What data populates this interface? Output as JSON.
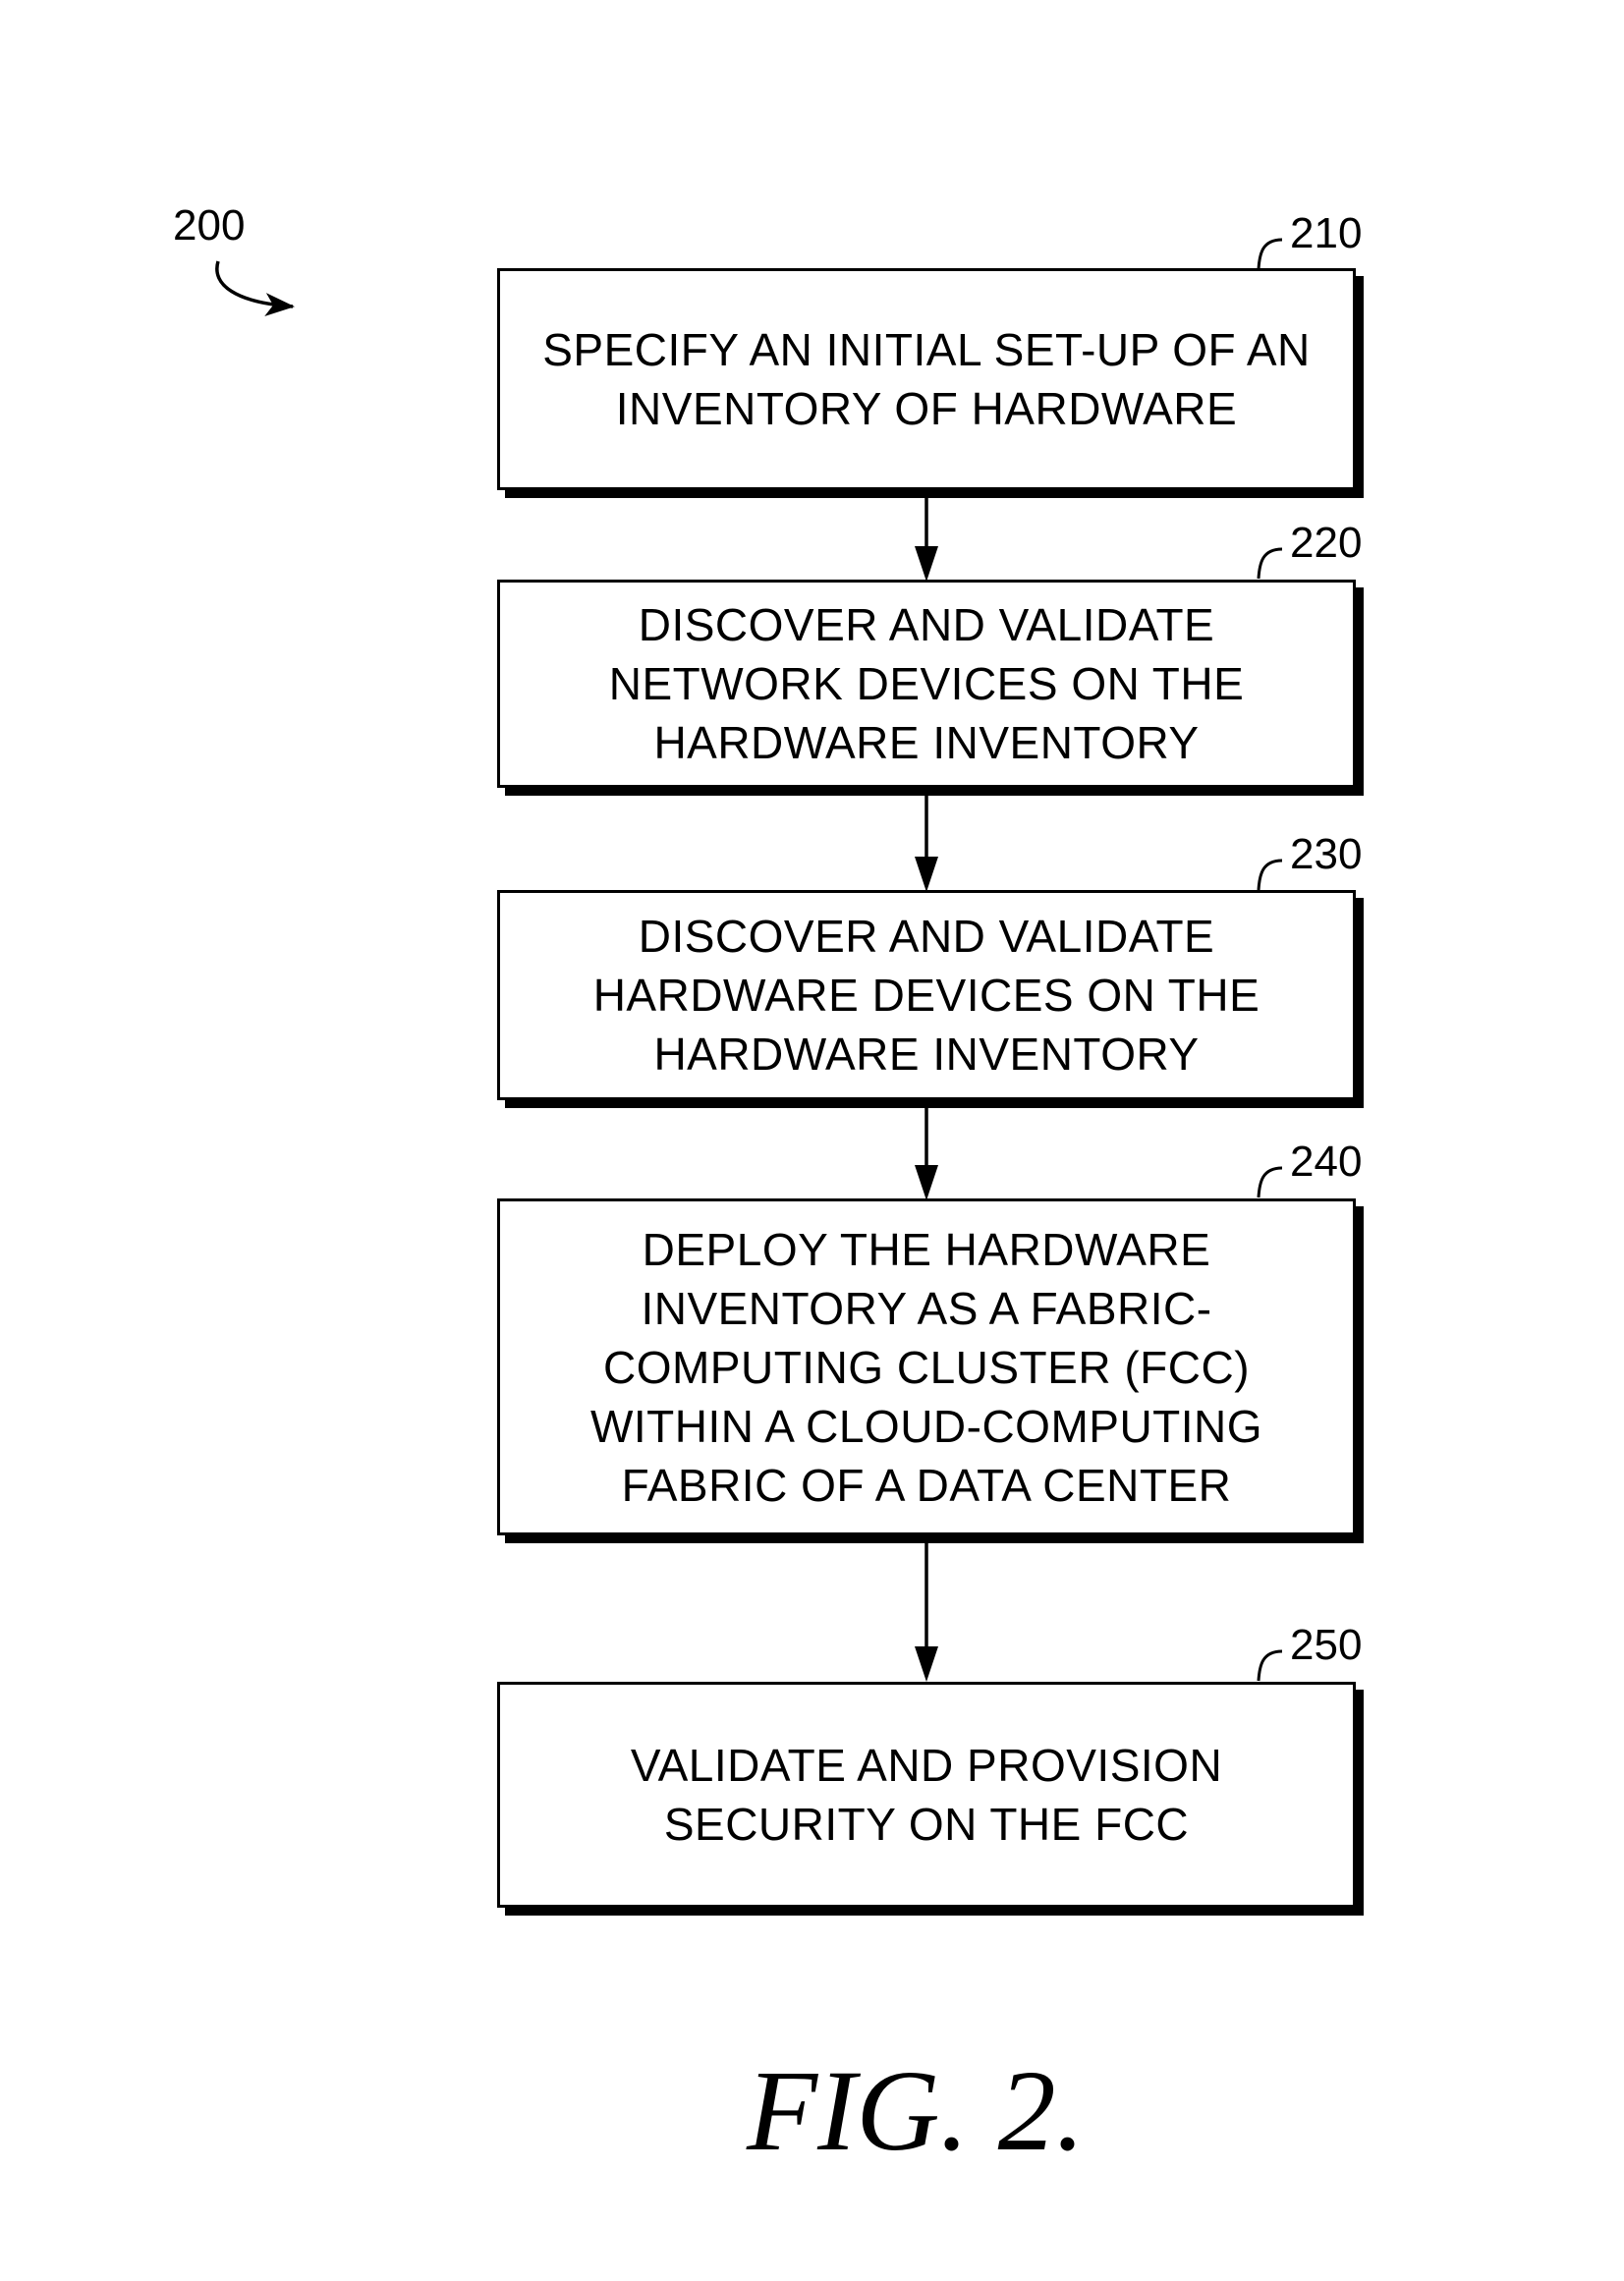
{
  "figure": {
    "ref": "200",
    "caption": "FIG. 2."
  },
  "steps": [
    {
      "ref": "210",
      "text": "SPECIFY AN INITIAL SET-UP OF AN\nINVENTORY OF HARDWARE"
    },
    {
      "ref": "220",
      "text": "DISCOVER AND VALIDATE\nNETWORK DEVICES ON THE\nHARDWARE INVENTORY"
    },
    {
      "ref": "230",
      "text": "DISCOVER AND VALIDATE\nHARDWARE DEVICES ON THE\nHARDWARE INVENTORY"
    },
    {
      "ref": "240",
      "text": "DEPLOY THE HARDWARE\nINVENTORY AS A FABRIC-\nCOMPUTING CLUSTER (FCC)\nWITHIN A CLOUD-COMPUTING\nFABRIC OF A DATA CENTER"
    },
    {
      "ref": "250",
      "text": "VALIDATE AND PROVISION\nSECURITY ON THE FCC"
    }
  ]
}
